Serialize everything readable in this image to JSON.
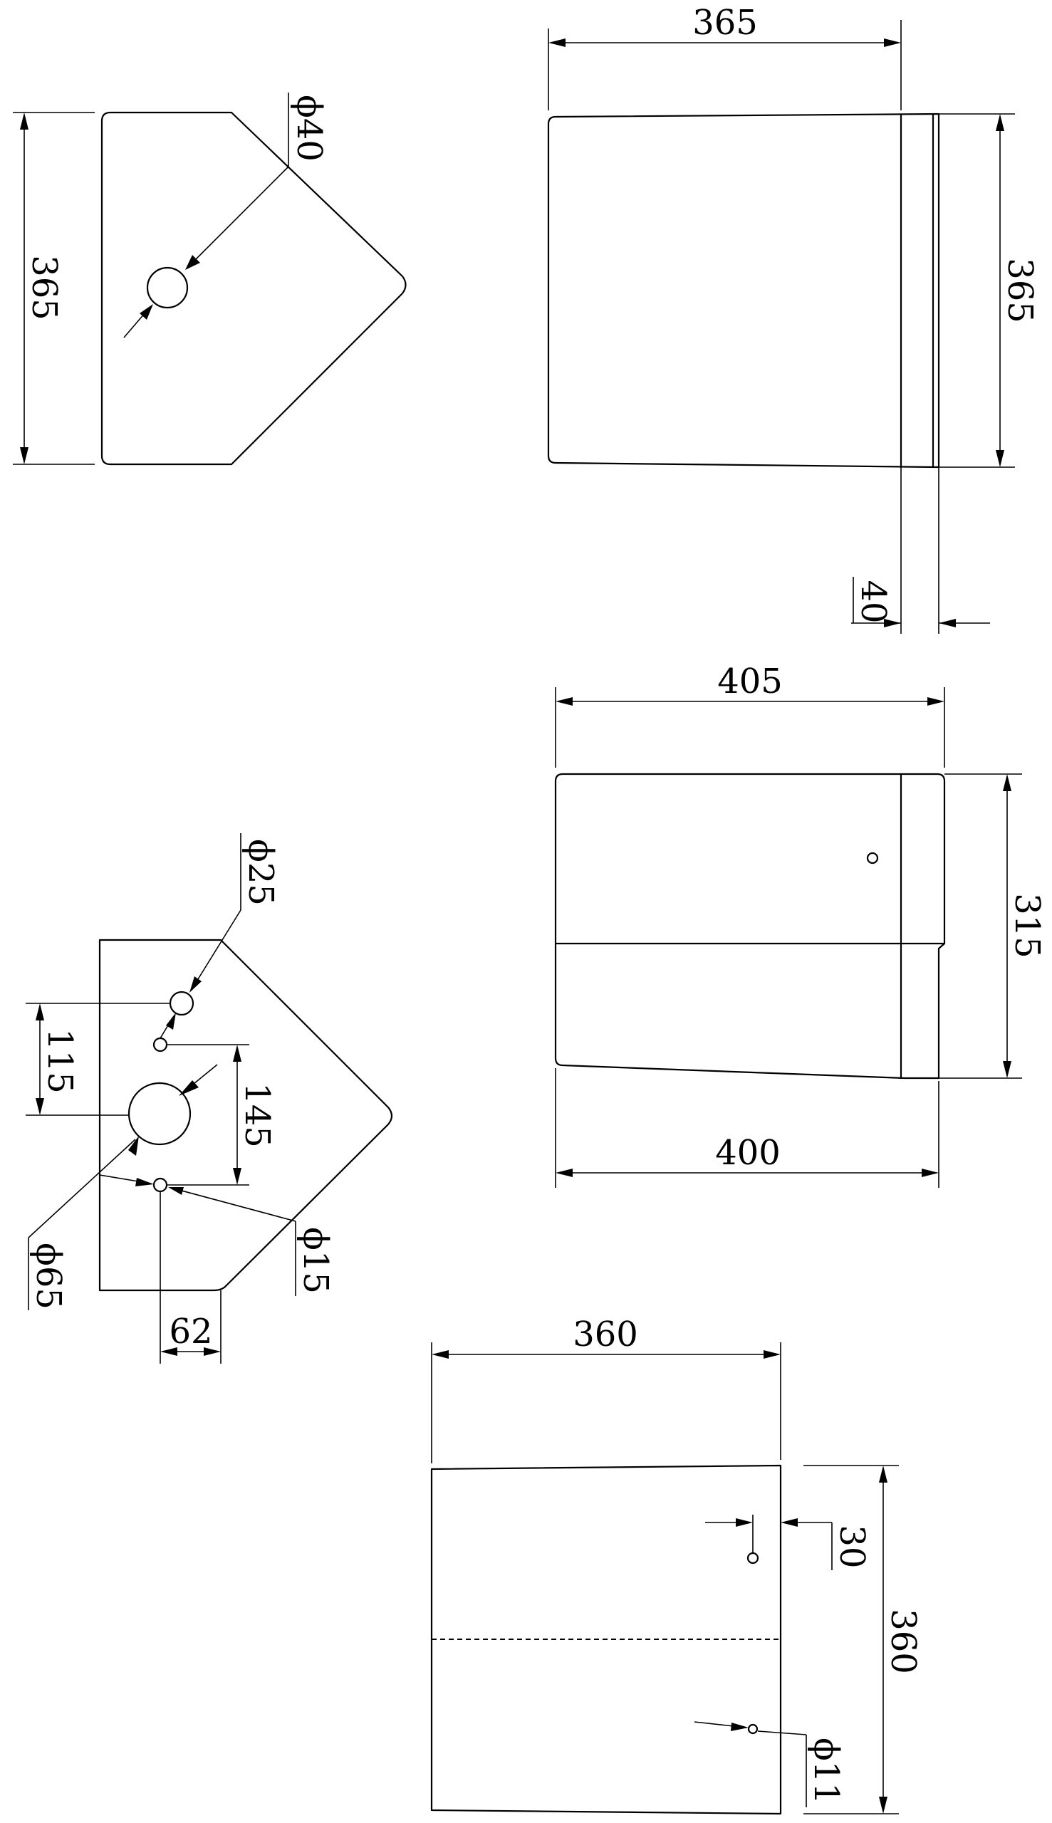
{
  "dimensions": {
    "top_left_height": "365",
    "top_left_hole": "ϕ40",
    "top_right_width": "365",
    "top_right_height": "365",
    "top_right_depth": "40",
    "mid_right_top_width": "405",
    "mid_right_bottom_width": "400",
    "mid_right_height": "315",
    "mid_left_small_hole": "ϕ25",
    "mid_left_offset_115": "115",
    "mid_left_spacing_145": "145",
    "mid_left_big_hole": "ϕ65",
    "mid_left_tiny_hole": "ϕ15",
    "mid_left_offset_62": "62",
    "bottom_width": "360",
    "bottom_height": "360",
    "bottom_offset_30": "30",
    "bottom_hole": "ϕ11"
  }
}
